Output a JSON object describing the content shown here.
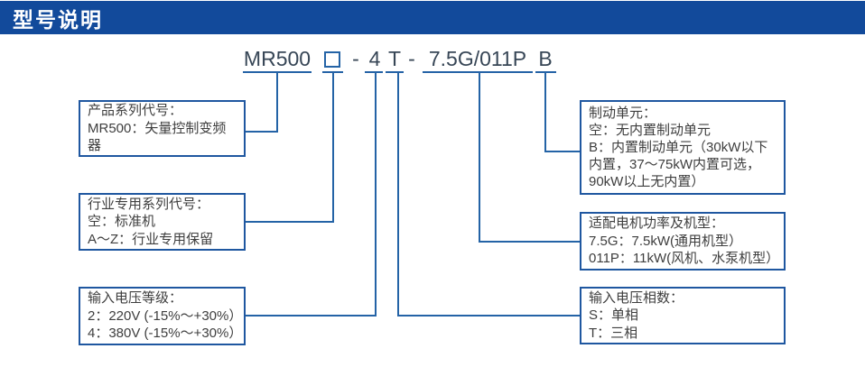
{
  "header": {
    "title": "型号说明"
  },
  "model": {
    "series": "MR500",
    "industry_placeholder": "□",
    "dash": "-",
    "voltage": "4",
    "phase": "T",
    "power": "7.5G/011P",
    "brake": "B"
  },
  "callouts": {
    "product_series": {
      "lines": [
        "产品系列代号：",
        "MR500：矢量控制变频器"
      ]
    },
    "industry_series": {
      "lines": [
        "行业专用系列代号：",
        "空：标准机",
        "A～Z：行业专用保留"
      ]
    },
    "input_voltage": {
      "lines": [
        "输入电压等级：",
        "2：220V (-15%～+30%）",
        "4：380V (-15%～+30%）"
      ]
    },
    "brake_unit": {
      "lines": [
        "制动单元：",
        "空：无内置制动单元",
        "B：内置制动单元（30kW以下内置，37～75kW内置可选，90kW以上无内置）"
      ]
    },
    "motor_power": {
      "lines": [
        "适配电机功率及机型：",
        "7.5G：7.5kW(通用机型）",
        "011P：11kW(风机、水泵机型）"
      ]
    },
    "voltage_phase": {
      "lines": [
        "输入电压相数：",
        "S：单相",
        "T：三相"
      ]
    }
  },
  "colors": {
    "header_bg": "#124A9B",
    "line_blue": "#2463A6",
    "box_border": "#1F57A0",
    "model_text": "#374656",
    "box_text": "#3E3E3E"
  }
}
